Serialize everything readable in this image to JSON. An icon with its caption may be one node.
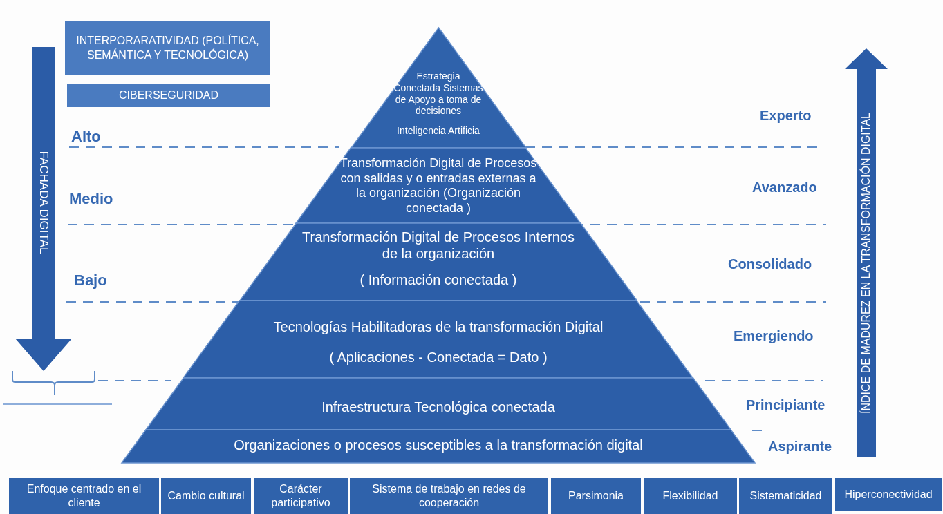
{
  "diagram": {
    "nodes": [
      {
        "text": [
          "INTERPORARATIVIDAD (POLÍTICA, SEMÁNTICA Y TECNOLÓGICA)"
        ]
      },
      {
        "text": [
          "CIBERSEGURIDAD"
        ]
      },
      {
        "text": [
          "FACHADA DIGITAL"
        ]
      },
      {
        "text": [
          "Estrategia Conectada Sistemas de Apoyo a toma de decisiones",
          "Inteligencia Artificia"
        ]
      },
      {
        "text": [
          "Transformación Digital de Procesos con salidas y o entradas externas a la organización (Organización conectada )"
        ]
      },
      {
        "text": [
          "Transformación Digital de Procesos Internos de la organización",
          "( Información conectada )"
        ]
      },
      {
        "text": [
          "Tecnologías Habilitadoras de la transformación Digital",
          "( Aplicaciones - Conectada = Dato )"
        ]
      },
      {
        "text": [
          "Infraestructura Tecnológica conectada"
        ]
      },
      {
        "text": [
          "Organizaciones o procesos susceptibles a la transformación digital"
        ]
      },
      {
        "text": [
          "ÍNDICE DE MADUREZ EN LA TRANSFORMACIÓN DIGITAL"
        ]
      },
      {
        "text": [
          "Enfoque centrado en el cliente"
        ]
      },
      {
        "text": [
          "Cambio cultural"
        ]
      },
      {
        "text": [
          "Carácter participativo"
        ]
      },
      {
        "text": [
          "Sistema de trabajo en redes de cooperación"
        ]
      },
      {
        "text": [
          "Parsimonia"
        ]
      },
      {
        "text": [
          "Flexibilidad"
        ]
      },
      {
        "text": [
          "Sistematicidad"
        ]
      },
      {
        "text": [
          "Hiperconectividad"
        ]
      }
    ],
    "labels": [
      "Alto",
      "Medio",
      "Bajo",
      "Experto",
      "Avanzado",
      "Consolidado",
      "Emergiendo",
      "Principiante",
      "Aspirante"
    ]
  }
}
